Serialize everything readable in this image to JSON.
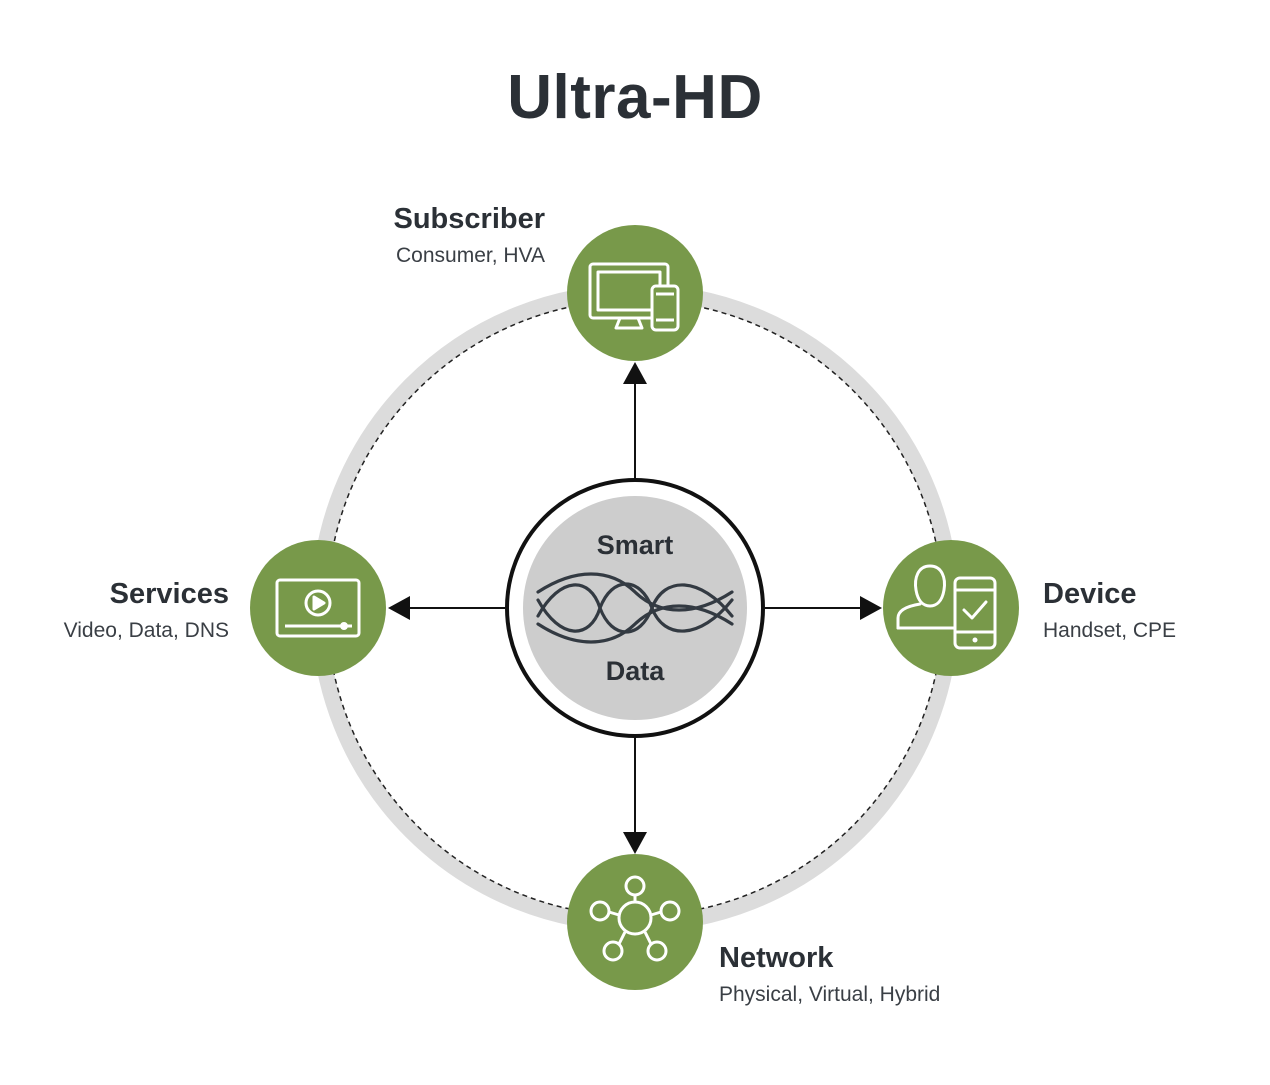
{
  "title": "Ultra-HD",
  "center": {
    "top_word": "Smart",
    "bottom_word": "Data"
  },
  "nodes": {
    "subscriber": {
      "title": "Subscriber",
      "subtitle": "Consumer, HVA",
      "icon": "devices-icon"
    },
    "device": {
      "title": "Device",
      "subtitle": "Handset, CPE",
      "icon": "user-phone-check-icon"
    },
    "network": {
      "title": "Network",
      "subtitle": "Physical, Virtual, Hybrid",
      "icon": "network-hub-icon"
    },
    "services": {
      "title": "Services",
      "subtitle": "Video, Data, DNS",
      "icon": "video-player-icon"
    }
  },
  "colors": {
    "node_fill": "#78994a",
    "ring": "#dcdcdc",
    "center_fill": "#cdcdcd",
    "text": "#2b3036"
  }
}
